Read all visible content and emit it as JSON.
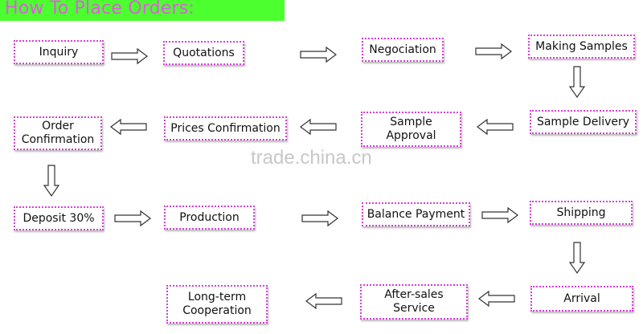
{
  "header": {
    "title": "How To Place Orders:"
  },
  "watermark": "trade.china.cn",
  "steps": {
    "inquiry": "Inquiry",
    "quotations": "Quotations",
    "negociation": "Negociation",
    "making_samples": "Making Samples",
    "sample_delivery": "Sample Delivery",
    "sample_approval": "Sample\nApproval",
    "prices_confirmation": "Prices Confirmation",
    "order_confirmation": "Order\nConfirmation",
    "deposit": "Deposit 30%",
    "production": "Production",
    "balance_payment": "Balance Payment",
    "shipping": "Shipping",
    "arrival": "Arrival",
    "after_sales": "After-sales\nService",
    "long_term": "Long-term\nCooperation"
  },
  "colors": {
    "title_bg": "#4cff2e",
    "title_text": "#e25be2",
    "box_border": "#d63fd6",
    "arrow": "#333333"
  }
}
